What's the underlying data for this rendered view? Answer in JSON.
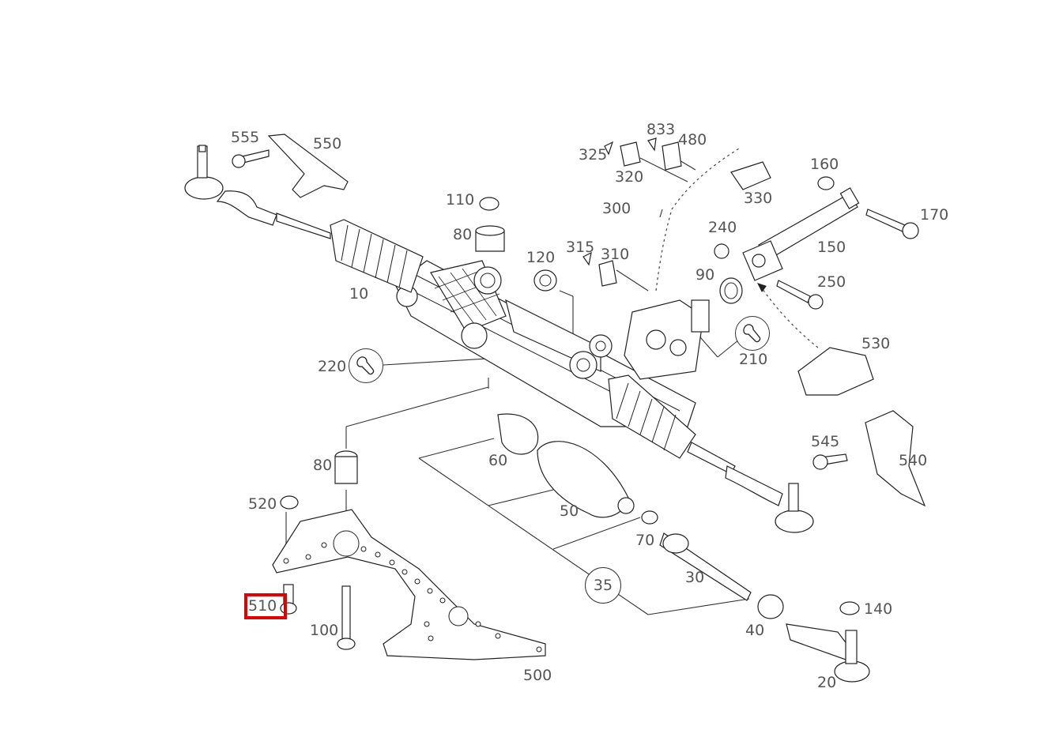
{
  "labels": {
    "p555": "555",
    "p550": "550",
    "p833": "833",
    "p480": "480",
    "p325": "325",
    "p320": "320",
    "p330": "330",
    "p160": "160",
    "p110": "110",
    "p300": "300",
    "p170": "170",
    "p80a": "80",
    "p240": "240",
    "p150": "150",
    "p120": "120",
    "p315": "315",
    "p310": "310",
    "p90": "90",
    "p250": "250",
    "p10": "10",
    "p530": "530",
    "p220": "220",
    "p210": "210",
    "p545": "545",
    "p540": "540",
    "p60": "60",
    "p80b": "80",
    "p520": "520",
    "p50": "50",
    "p70": "70",
    "p30": "30",
    "p35": "35",
    "p510": "510",
    "p100": "100",
    "p40": "40",
    "p140": "140",
    "p500": "500",
    "p20": "20"
  },
  "highlight": {
    "part": "510",
    "color": "#e10000"
  },
  "icons": [
    "wrench-icon-220",
    "wrench-icon-210"
  ]
}
